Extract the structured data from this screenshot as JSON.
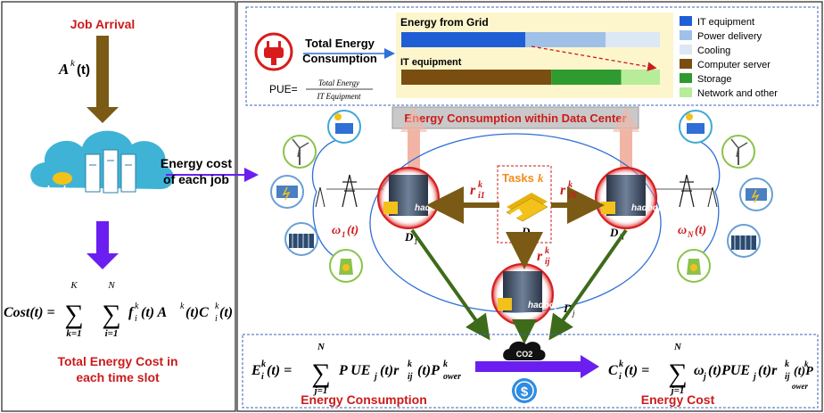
{
  "left_panel": {
    "job_arrival": "Job Arrival",
    "arrival_symbol": "A",
    "arrival_superscript": "k",
    "arrival_arg": "(t)",
    "hadoop_logo": "hadoop",
    "cost_formula": {
      "lhs": "Cost(t) =",
      "sum1_upper": "K",
      "sum1_lower": "k=1",
      "sum2_upper": "N",
      "sum2_lower": "i=1",
      "body": "f",
      "body_sup": "k",
      "body_sub": "i",
      "body_rest": "(t) A",
      "rest_sup": "k",
      "rest_after": "(t)C",
      "last_sup": "k",
      "last_sub": "i",
      "last_after": "(t)"
    },
    "total_cost_line1": "Total Energy Cost in",
    "total_cost_line2": "each time slot"
  },
  "connector": {
    "line1": "Energy cost",
    "line2": "of each job"
  },
  "top_box": {
    "total_energy_line1": "Total Energy",
    "total_energy_line2": "Consumption",
    "pue_lhs": "PUE=",
    "pue_num": "Total Energy",
    "pue_den": "IT Equipment",
    "grid_title": "Energy from Grid",
    "it_title": "IT equipment",
    "grid_fractions": [
      0.48,
      0.31,
      0.21
    ],
    "it_fractions": [
      0.58,
      0.27,
      0.15
    ],
    "legend": [
      {
        "label": "IT equipment",
        "color": "#1f5fd6"
      },
      {
        "label": "Power delivery",
        "color": "#9fc1e8"
      },
      {
        "label": "Cooling",
        "color": "#dde8f5"
      },
      {
        "label": "Computer server",
        "color": "#7a4e10"
      },
      {
        "label": "Storage",
        "color": "#2f9a2f"
      },
      {
        "label": "Network and other",
        "color": "#b6ec9a"
      }
    ]
  },
  "datacenter_bar": "Energy Consumption within Data Center",
  "network": {
    "tasks_label": "Tasks",
    "tasks_var": "k",
    "center_node": "D",
    "center_sub": "i",
    "left_node": "D",
    "left_sub": "1",
    "right_node": "D",
    "right_sub": "N",
    "bottom_node": "D",
    "bottom_sub": "j",
    "r_left": {
      "base": "r",
      "sup": "k",
      "sub": "i1"
    },
    "r_right": {
      "base": "r",
      "sup": "k",
      "sub": "iN"
    },
    "r_bottom": {
      "base": "r",
      "sup": "k",
      "sub": "ij"
    },
    "omega_left": {
      "base": "ω",
      "sub": "1",
      "arg": "(t)"
    },
    "omega_right": {
      "base": "ω",
      "sub": "N",
      "arg": "(t)"
    },
    "hadoop": "hadoop",
    "co2": "CO2",
    "dollar": "$"
  },
  "bottom_box": {
    "e_lhs": {
      "base": "E",
      "sup": "k",
      "sub": "i",
      "rest": "(t) ="
    },
    "e_sum_upper": "N",
    "e_sum_lower": "j=1",
    "e_body": "P UE",
    "e_body_sub": "j",
    "e_body_mid": "(t)r",
    "e_r_sup": "k",
    "e_r_sub": "ij",
    "e_body_end": "(t)P",
    "e_p_sup": "k",
    "e_p_sub": "ower",
    "c_lhs": {
      "base": "C",
      "sup": "k",
      "sub": "i",
      "rest": "(t) ="
    },
    "c_sum_upper": "N",
    "c_sum_lower": "j=1",
    "c_body": "ω",
    "c_body_sub": "j",
    "c_body_mid": "(t)PUE",
    "c_pue_sub": "j",
    "c_mid2": "(t)r",
    "c_r_sup": "k",
    "c_r_sub": "ij",
    "c_end": "(t)P",
    "c_p_sup": "k",
    "c_p_sub": "ower",
    "energy_consumption": "Energy Consumption",
    "energy_cost": "Energy Cost"
  },
  "colors": {
    "accent_red": "#cc1b1b",
    "arrow_brown": "#7a5a14",
    "arrow_purple": "#6a1ff0",
    "arrow_green": "#3e6b1a",
    "box_dash": "#3a63b8",
    "cloud": "#3fb3d6"
  }
}
